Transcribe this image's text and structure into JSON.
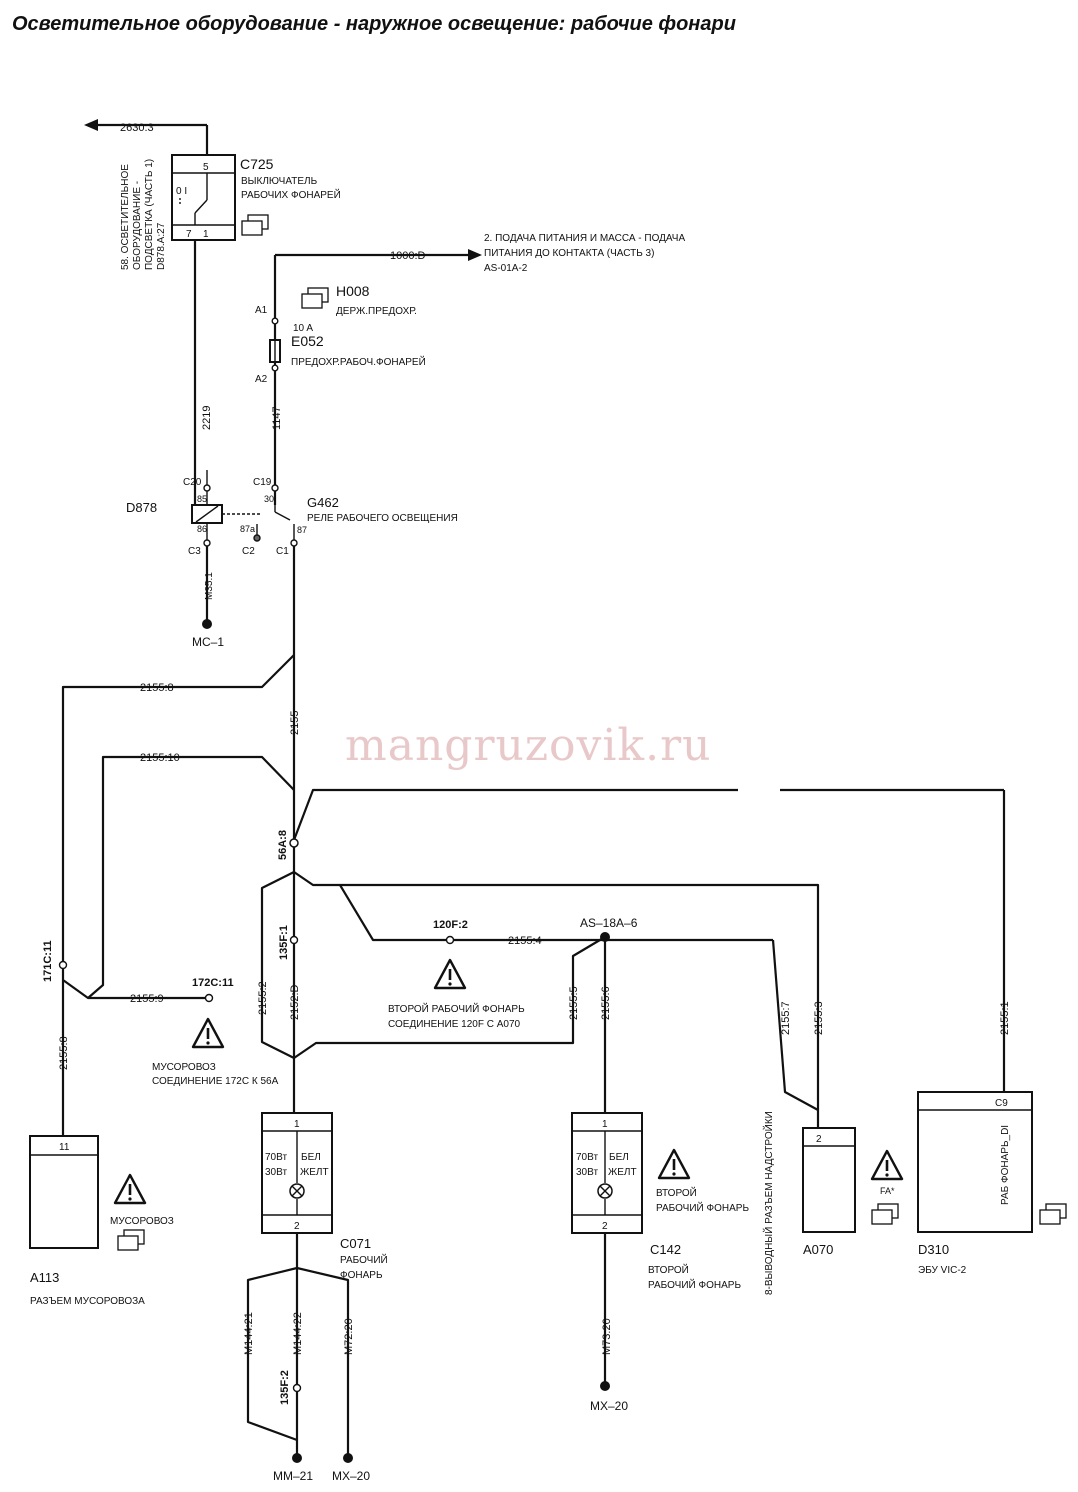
{
  "title": "Осветительное оборудование - наружное освещение: рабочие фонари",
  "watermark": "mangruzovik.ru",
  "refs": {
    "r2630": "2630:3",
    "r1000": "1000:D",
    "ref58_l1": "58. ОСВЕТИТЕЛЬНОЕ",
    "ref58_l2": "ОБОРУДОВАНИЕ -",
    "ref58_l3": "ПОДСВЕТКА    (ЧАСТЬ 1)",
    "ref58_l4": "D878.A:27",
    "ref2_l1": "2. ПОДАЧА ПИТАНИЯ И МАССА - ПОДАЧА",
    "ref2_l2": "ПИТАНИЯ ДО КОНТАКТА (ЧАСТЬ 3)",
    "ref2_l3": "AS-01A-2"
  },
  "c725": {
    "id": "C725",
    "name_l1": "ВЫКЛЮЧАТЕЛЬ",
    "name_l2": "РАБОЧИХ ФОНАРЕЙ",
    "pin_top": "5",
    "pin_b1": "7",
    "pin_b2": "1",
    "pos": "0 I"
  },
  "h008": {
    "id": "H008",
    "name": "ДЕРЖ.ПРЕДОХР.",
    "pin_a1": "A1",
    "pin_a2": "A2"
  },
  "e052": {
    "id": "E052",
    "rating": "10 A",
    "name": "ПРЕДОХР.РАБОЧ.ФОНАРЕЙ"
  },
  "wires": {
    "w2219": "2219",
    "w1147": "1147",
    "w_m35": "M35:1",
    "w2155_8a": "2155:8",
    "w2155": "2155",
    "w2155_10": "2155:10",
    "w2155_8b": "2155:8",
    "w2155_9": "2155:9",
    "w2155_2": "2155:2",
    "w2152": "2152:D",
    "w2155_4": "2155:4",
    "w2155_5": "2155:5",
    "w2155_6": "2155:6",
    "w2155_7": "2155:7",
    "w2155_3": "2155:3",
    "w2155_1": "2155:1",
    "w_m144_21": "M144:21",
    "w_m144_22": "M144:22",
    "w_m72": "M72:20",
    "w_m73": "M73:20"
  },
  "relay": {
    "d878": "D878",
    "g462": "G462",
    "name": "РЕЛЕ РАБОЧЕГО ОСВЕЩЕНИЯ",
    "c20": "C20",
    "c19": "C19",
    "c3": "C3",
    "c2": "C2",
    "c1": "C1",
    "p85": "85",
    "p86": "86",
    "p30": "30",
    "p87a": "87a",
    "p87": "87"
  },
  "grounds": {
    "mc1": "MC–1",
    "mm21": "MM–21",
    "mx20a": "MX–20",
    "mx20b": "MX–20"
  },
  "splices": {
    "s56a": "56A:8",
    "s171c": "171C:11",
    "s172c": "172C:11",
    "s135f1": "135F:1",
    "s120f": "120F:2",
    "as18a": "AS–18A–6",
    "s135f2": "135F:2"
  },
  "notes": {
    "musor_l1": "МУСОРОВОЗ",
    "musor_l2": "СОЕДИНЕНИЕ 172C К 56A",
    "second_l1": "ВТОРОЙ РАБОЧИЙ ФОНАРЬ",
    "second_l2": "СОЕДИНЕНИЕ 120F С A070",
    "second_c142_l1": "ВТОРОЙ",
    "second_c142_l2": "РАБОЧИЙ ФОНАРЬ",
    "musor_a113": "МУСОРОВОЗ",
    "fa": "FA*",
    "conn8": "8-ВЫВОДНЫЙ РАЗЪЕМ НАДСТРОЙКИ"
  },
  "a113": {
    "id": "A113",
    "pin": "11",
    "name": "РАЗЪЕМ МУСОРОВОЗА"
  },
  "c071": {
    "id": "C071",
    "name_l1": "РАБОЧИЙ",
    "name_l2": "ФОНАРЬ",
    "pin1": "1",
    "pin2": "2",
    "w70": "70Вт",
    "w30": "30Вт",
    "bel": "БЕЛ",
    "zhelt": "ЖЕЛТ"
  },
  "c142": {
    "id": "C142",
    "name_l1": "ВТОРОЙ",
    "name_l2": "РАБОЧИЙ ФОНАРЬ",
    "pin1": "1",
    "pin2": "2",
    "w70": "70Вт",
    "w30": "30Вт",
    "bel": "БЕЛ",
    "zhelt": "ЖЕЛТ"
  },
  "a070": {
    "id": "A070",
    "pin": "2"
  },
  "d310": {
    "id": "D310",
    "pin": "C9",
    "signal": "РАБ ФОНАРЬ_DI",
    "name": "ЭБУ VIC-2"
  }
}
